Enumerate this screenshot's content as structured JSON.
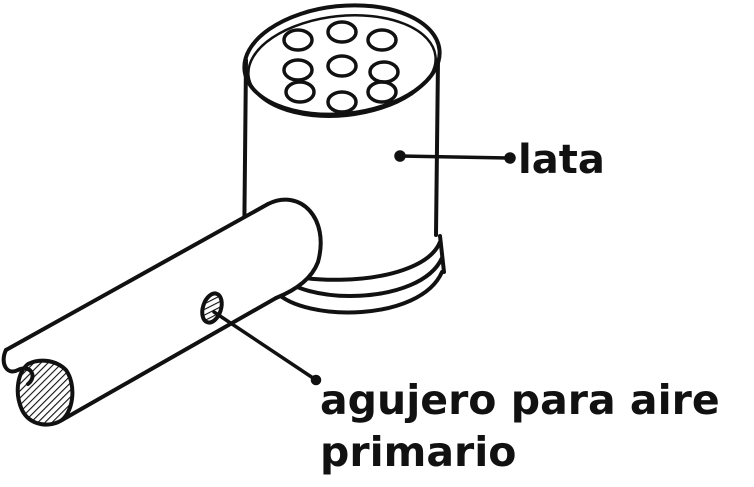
{
  "labels": {
    "can": "lata",
    "hole_line1": "agujero para aire",
    "hole_line2": "primario"
  },
  "colors": {
    "ink": "#111111",
    "paper": "#ffffff"
  }
}
